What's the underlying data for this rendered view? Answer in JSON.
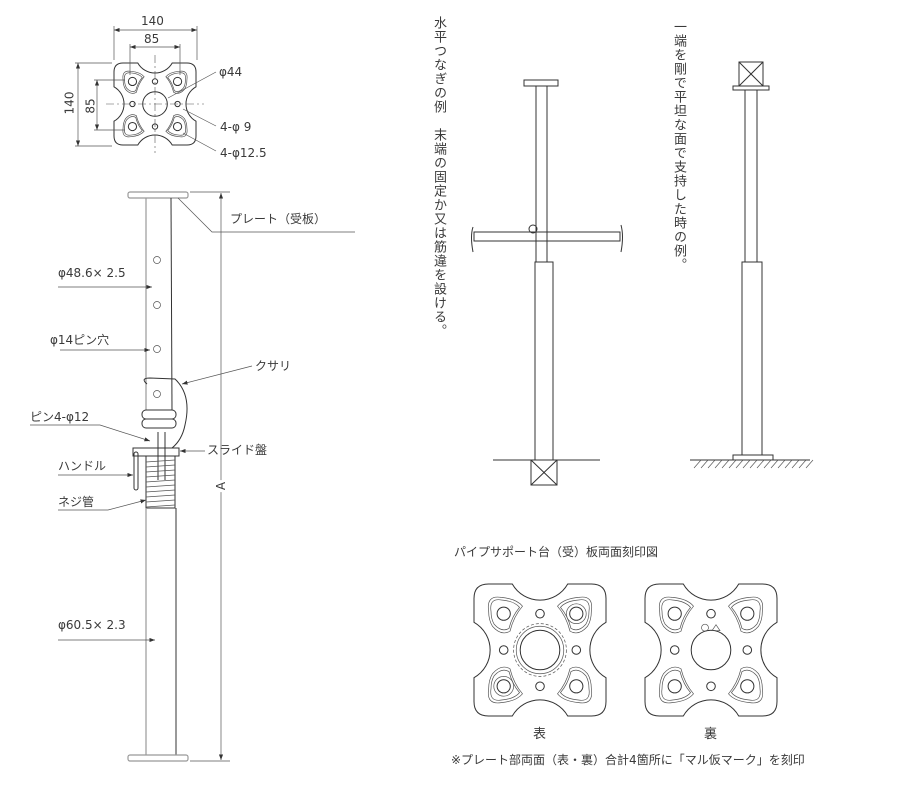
{
  "plate_top_view": {
    "dim_outer_width": "140",
    "dim_inner_width": "85",
    "dim_outer_height": "140",
    "dim_inner_height": "85",
    "label_center_hole": "φ44",
    "label_small_holes": "4-φ 9",
    "label_corner_holes": "4-φ12.5"
  },
  "support_side_view": {
    "label_plate": "プレート（受板）",
    "label_upper_pipe": "φ48.6× 2.5",
    "label_pin_hole": "φ14ピン穴",
    "label_chain": "クサリ",
    "label_pin": "ピン4-φ12",
    "label_slide_plate": "スライド盤",
    "label_handle": "ハンドル",
    "label_screw_pipe": "ネジ管",
    "label_lower_pipe": "φ60.5× 2.3",
    "label_height_dim": "A"
  },
  "example_horizontal": {
    "caption": "水平つなぎの例　末端の固定か又は筋違を設ける。"
  },
  "example_rigid": {
    "caption": "一端を剛で平坦な面で支持した時の例。"
  },
  "engraving": {
    "title": "パイプサポート台（受）板両面刻印図",
    "front_label": "表",
    "back_label": "裏",
    "note": "※プレート部両面（表・裏）合計4箇所に「マル仮マーク」を刻印"
  }
}
